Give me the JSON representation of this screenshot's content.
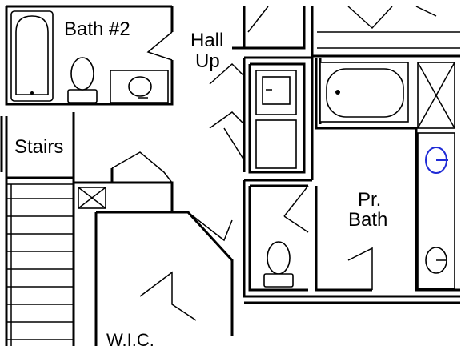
{
  "labels": {
    "bath2": "Bath #2",
    "hall_line1": "Hall",
    "hall_line2": "Up",
    "stairs": "Stairs",
    "primary_bath_line1": "Pr.",
    "primary_bath_line2": "Bath",
    "wic": "W.I.C."
  },
  "icons": {
    "tub": "bathtub-icon",
    "toilet": "toilet-icon",
    "sink": "sink-icon",
    "washer": "washer-icon",
    "dryer": "dryer-icon",
    "shower": "shower-icon"
  },
  "colors": {
    "line": "#000000",
    "accent_sink": "#1f2bd6",
    "background": "#ffffff"
  }
}
